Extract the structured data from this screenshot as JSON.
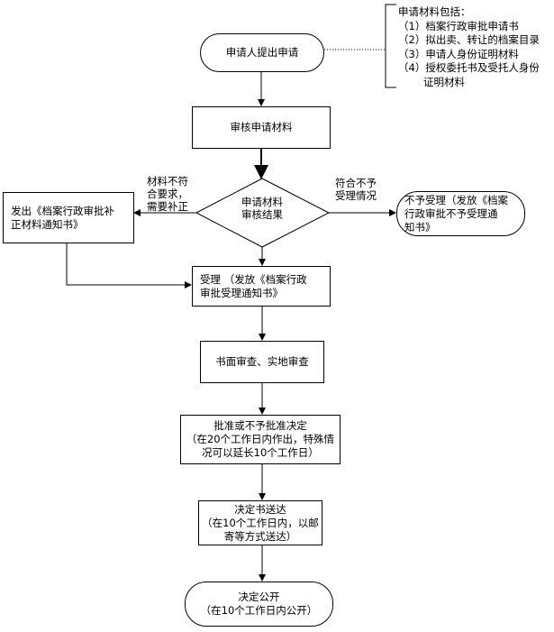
{
  "start": "申请人提出申请",
  "materials": {
    "title": "申请材料包括：",
    "items": [
      "（1）档案行政审批申请书",
      "（2）拟出卖、转让的档案目录",
      "（3）申请人身份证明材料",
      "（4）授权委托书及受托人身份",
      "证明材料"
    ]
  },
  "review": "审核申请材料",
  "decision": [
    "申请材料",
    "审核结果"
  ],
  "left_label": [
    "材料不符",
    "合要求，",
    "需要补正"
  ],
  "left_box": [
    "发出《档案行政审批补",
    "正材料通知书》"
  ],
  "right_label": [
    "符合不予",
    "受理情况"
  ],
  "right_box": [
    "不予受理（发放《档案",
    "行政审批不予受理通",
    "知书》"
  ],
  "accept": [
    "受理 （发放《档案行政",
    "审批受理通知书》"
  ],
  "inspect": "书面审查、实地审查",
  "approve": [
    "批准或不予批准决定",
    "（在20个工作日内作出，特殊情",
    "况可以延长10个工作日）"
  ],
  "deliver": [
    "决定书送达",
    "（在10个工作日内，以邮",
    "寄等方式送达）"
  ],
  "publish": [
    "决定公开",
    "（在10个工作日内公开）"
  ]
}
